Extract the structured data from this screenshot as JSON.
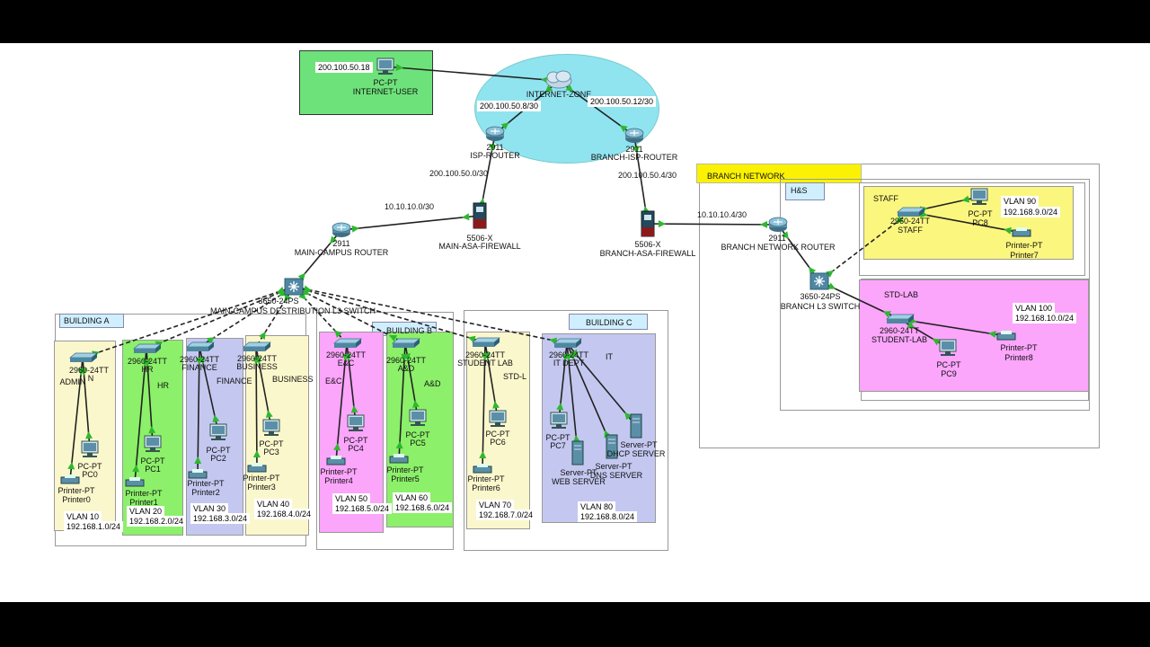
{
  "internet": {
    "pc_ip": "200.100.50.18",
    "pc_type": "PC-PT",
    "pc_name": "INTERNET-USER",
    "zone_label": "INTERNET-ZONE"
  },
  "isp": {
    "left_ip": "200.100.50.8/30",
    "right_ip": "200.100.50.12/30",
    "isp_model": "2911",
    "isp_name": "ISP-ROUTER",
    "branch_isp_model": "2911",
    "branch_isp_name": "BRANCH-ISP-ROUTER",
    "main_link_ip": "200.100.50.0/30",
    "branch_link_ip": "200.100.50.4/30"
  },
  "main": {
    "fw_link_ip": "10.10.10.0/30",
    "fw_model": "5506-X",
    "fw_name": "MAIN-ASA-FIREWALL",
    "router_model": "2911",
    "router_name": "MAIN-CAMPUS ROUTER",
    "dist_model": "3650-24PS",
    "dist_name": "MAIN-CAMPUS DESTRIBUTION L3 SWITCH"
  },
  "branch": {
    "fw_model": "5506-X",
    "fw_name": "BRANCH-ASA-FIREWALL",
    "fw_link_ip": "10.10.10.4/30",
    "router_model": "2911",
    "router_name": "BRANCH NETWORK ROUTER",
    "network_label": "BRANCH NETWORK",
    "hs_label": "H&S",
    "l3_model": "3650-24PS",
    "l3_name": "BRANCH L3 SWITCH",
    "staff": {
      "area_label": "STAFF",
      "switch_model": "2960-24TT",
      "switch_name": "STAFF",
      "pc_type": "PC-PT",
      "pc_name": "PC8",
      "printer_type": "Printer-PT",
      "printer_name": "Printer7",
      "vlan": "VLAN 90",
      "subnet": "192.168.9.0/24"
    },
    "stdlab": {
      "area_label": "STD-LAB",
      "switch_model": "2960-24TT",
      "switch_name": "STUDENT-LAB",
      "pc_type": "PC-PT",
      "pc_name": "PC9",
      "printer_type": "Printer-PT",
      "printer_name": "Printer8",
      "vlan": "VLAN 100",
      "subnet": "192.168.10.0/24"
    }
  },
  "buildings": {
    "a": "BUILDING A",
    "b": "BUILDING B",
    "c": "BUILDING C"
  },
  "depts": [
    {
      "switch_model": "2960-24TT",
      "switch_name": "ADMIN",
      "switch_suffix": "N",
      "area": "",
      "pc": "PC0",
      "printer": "Printer0",
      "vlan": "VLAN 10",
      "subnet": "192.168.1.0/24"
    },
    {
      "switch_model": "2960-24TT",
      "switch_name": "HR",
      "area": "HR",
      "pc": "PC1",
      "printer": "Printer1",
      "vlan": "VLAN 20",
      "subnet": "192.168.2.0/24"
    },
    {
      "switch_model": "2960-24TT",
      "switch_name": "FINANCE",
      "area": "FINANCE",
      "pc": "PC2",
      "printer": "Printer2",
      "vlan": "VLAN 30",
      "subnet": "192.168.3.0/24"
    },
    {
      "switch_model": "2960-24TT",
      "switch_name": "BUSINESS",
      "area": "BUSINESS",
      "pc": "PC3",
      "printer": "Printer3",
      "vlan": "VLAN 40",
      "subnet": "192.168.4.0/24"
    },
    {
      "switch_model": "2960-24TT",
      "switch_name": "E&C",
      "area": "E&C",
      "pc": "PC4",
      "printer": "Printer4",
      "vlan": "VLAN 50",
      "subnet": "192.168.5.0/24"
    },
    {
      "switch_model": "2960-24TT",
      "switch_name": "A&D",
      "area": "A&D",
      "pc": "PC5",
      "printer": "Printer5",
      "vlan": "VLAN 60",
      "subnet": "192.168.6.0/24"
    },
    {
      "switch_model": "2960-24TT",
      "switch_name": "STUDENT LAB",
      "area": "STD-L",
      "pc": "PC6",
      "printer": "Printer6",
      "vlan": "VLAN 70",
      "subnet": "192.168.7.0/24"
    },
    {
      "switch_model": "2960-24TT",
      "switch_name": "IT DEPT",
      "area": "IT",
      "pc": "PC7",
      "printer": "",
      "vlan": "VLAN 80",
      "subnet": "192.168.8.0/24"
    }
  ],
  "it_servers": {
    "server_type": "Server-PT",
    "web": "WEB SERVER",
    "dns": "DNS SERVER",
    "dhcp": "DHCP SERVER"
  },
  "generic": {
    "pc_type": "PC-PT",
    "printer_type": "Printer-PT"
  },
  "colors": {
    "link": "#222222",
    "port_up": "#2eb82e",
    "internet_zone": "#90e4f0",
    "internet_user_area": "#6ee27a",
    "yellow_area": "#fbf7cc",
    "green_area": "#8cf06a",
    "blue_area": "#c4c8f0",
    "pink_area": "#fba5fb",
    "branch_label": "#fbf203"
  }
}
